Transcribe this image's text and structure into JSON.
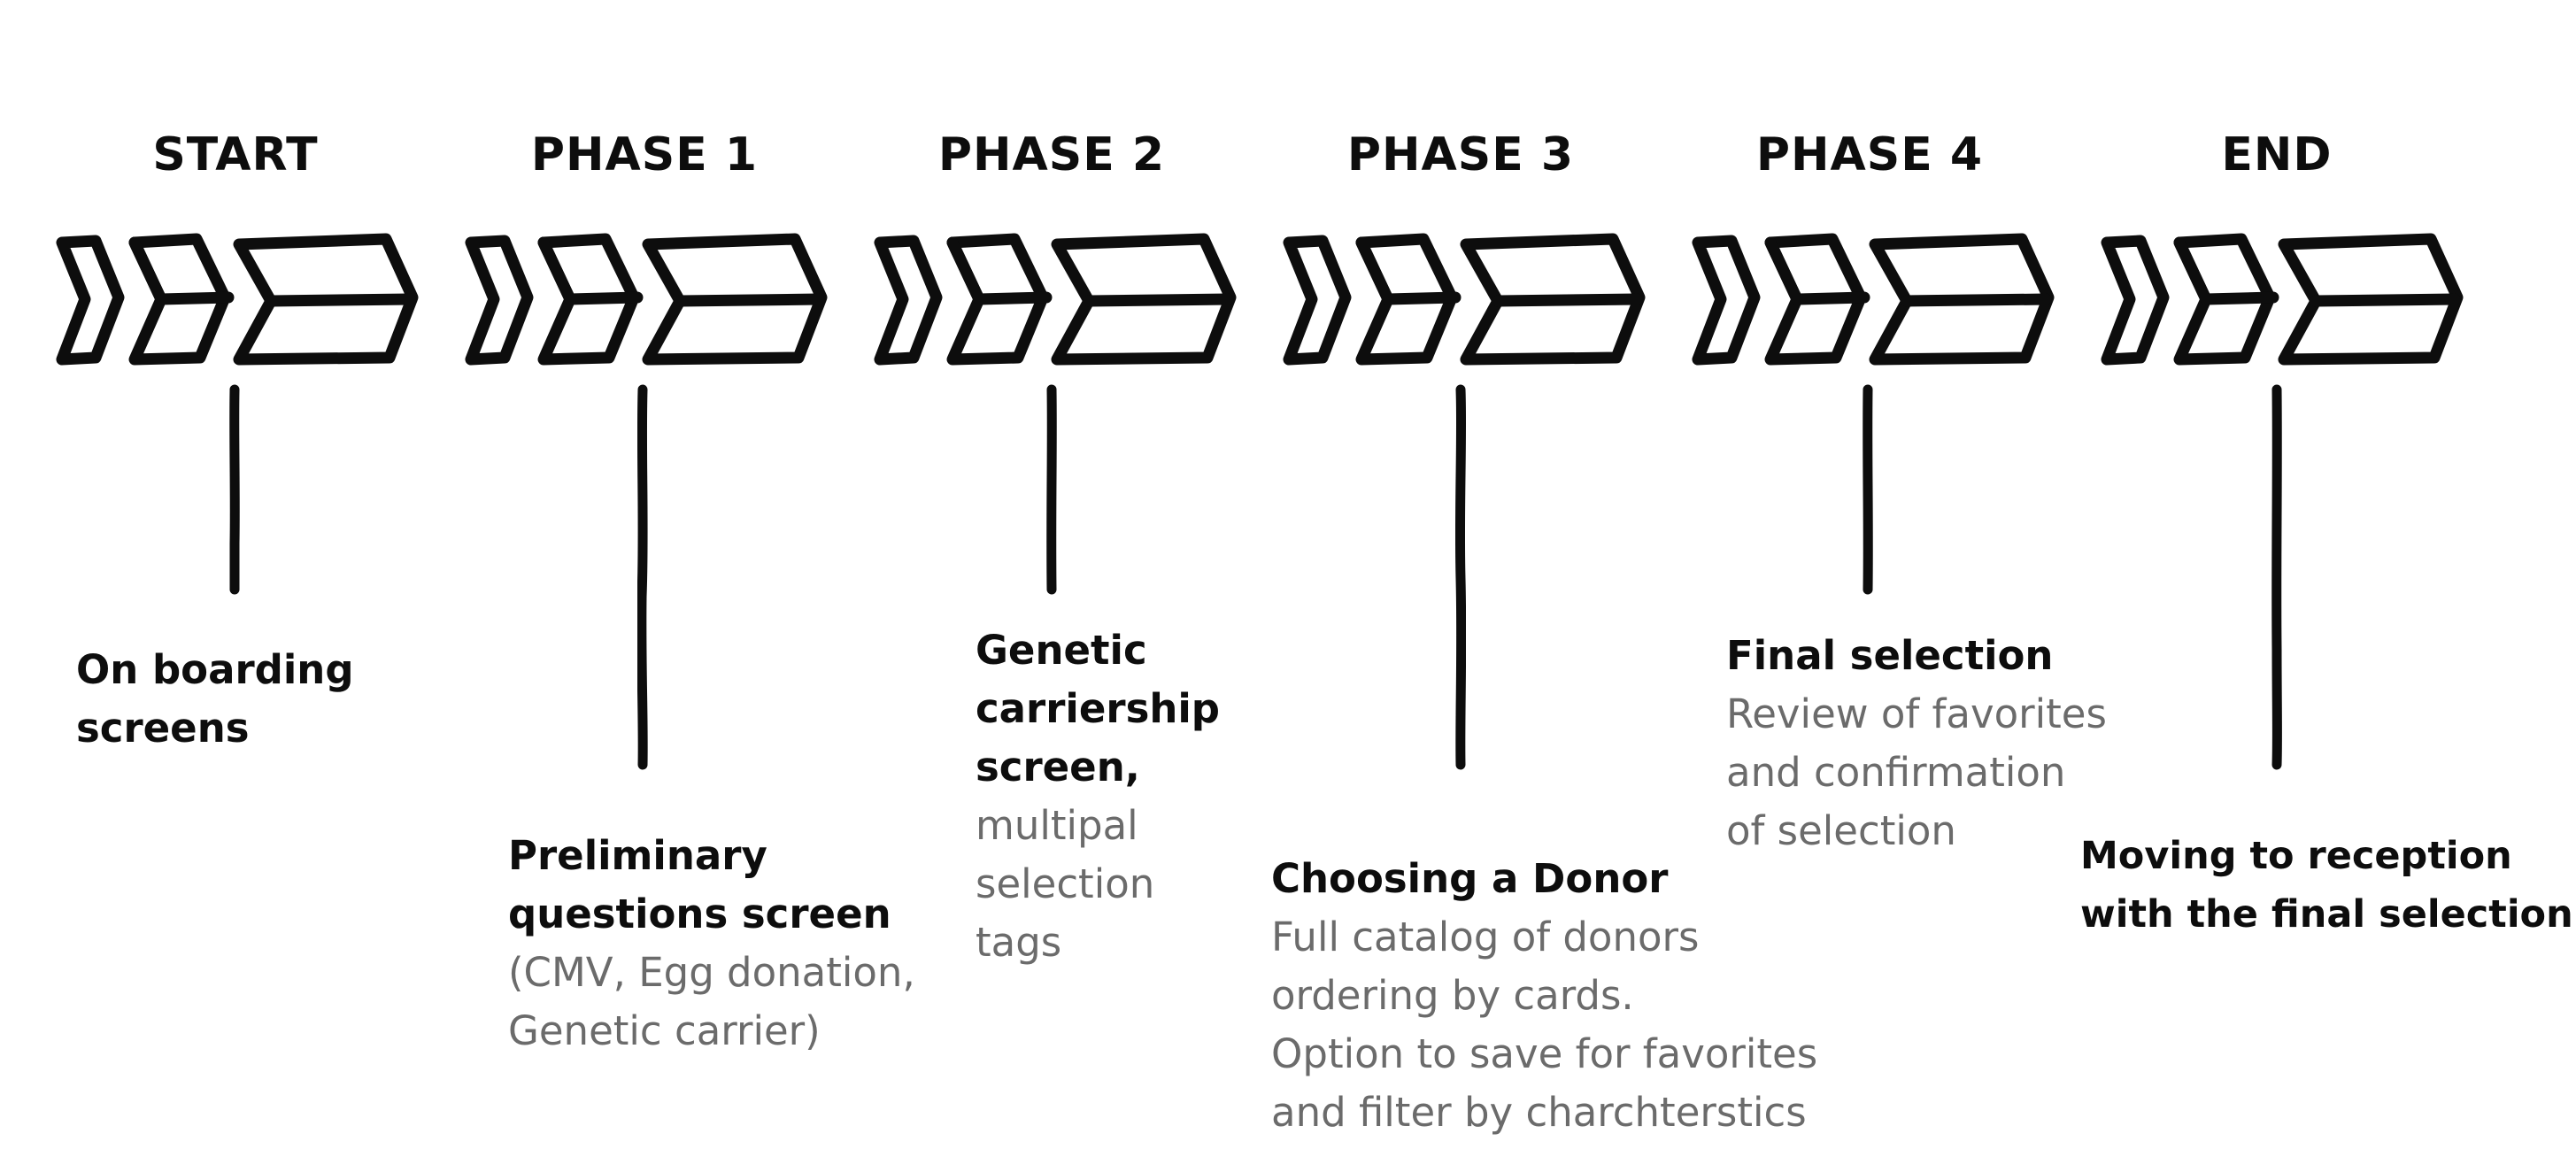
{
  "stages": [
    {
      "id": "start",
      "heading": "START"
    },
    {
      "id": "phase1",
      "heading": "PHASE 1"
    },
    {
      "id": "phase2",
      "heading": "PHASE 2"
    },
    {
      "id": "phase3",
      "heading": "PHASE 3"
    },
    {
      "id": "phase4",
      "heading": "PHASE 4"
    },
    {
      "id": "end",
      "heading": "END"
    }
  ],
  "notes": {
    "start": {
      "title": "On boarding\nscreens",
      "body": ""
    },
    "phase1": {
      "title": "Preliminary\nquestions screen",
      "body": "(CMV, Egg donation,\nGenetic carrier)"
    },
    "phase2": {
      "title": "Genetic\ncarriership\nscreen,",
      "body": "multipal\nselection\ntags"
    },
    "phase3": {
      "title": "Choosing a Donor",
      "body": "Full catalog of donors\nordering by cards.\nOption to save for favorites\nand filter by charchterstics"
    },
    "phase4": {
      "title": "Final selection",
      "body": "Review of favorites\nand confirmation\nof selection"
    },
    "end": {
      "title": "Moving to reception\nwith the final selection",
      "body": ""
    }
  },
  "colors": {
    "ink": "#0d0d0d",
    "muted_text": "#6b6b6b",
    "background": "#ffffff"
  },
  "icons": {
    "chevron_group": "hand-drawn-triple-chevron-arrow-icon",
    "connector": "hand-drawn-vertical-line"
  }
}
